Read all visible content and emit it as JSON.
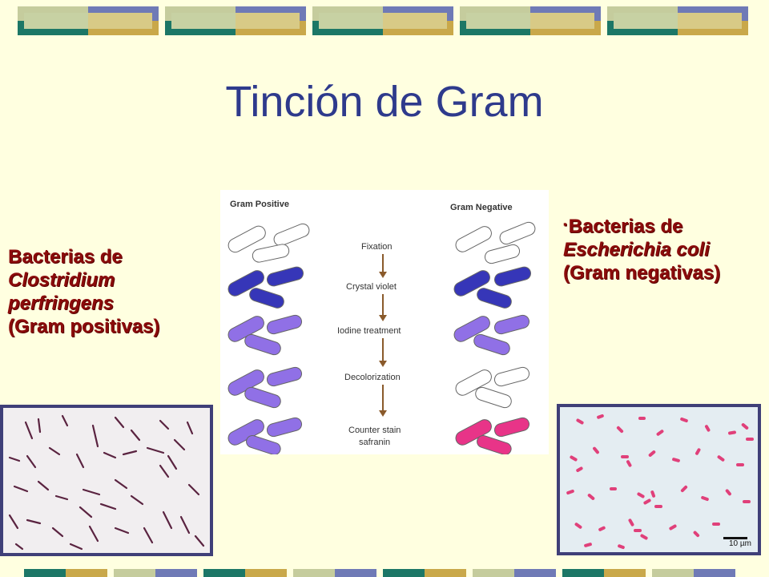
{
  "slide": {
    "title": "Tinción de Gram",
    "left_label": {
      "line1": "Bacterias de",
      "line2": "Clostridium",
      "line3": "perfringens",
      "line4": "(Gram positivas)"
    },
    "right_label": {
      "bullet": "▪",
      "line1": "Bacterias de",
      "line2": "Escherichia coli",
      "line3": "(Gram negativas)"
    }
  },
  "diagram": {
    "gram_positive": "Gram Positive",
    "gram_negative": "Gram Negative",
    "steps": [
      "Fixation",
      "Crystal violet",
      "Iodine treatment",
      "Decolorization",
      "Counter stain",
      "safranin"
    ],
    "colors": {
      "unstained": "#ffffff",
      "crystal_violet": "#3636b8",
      "iodine": "#9070e6",
      "safranin": "#e83488",
      "arrow": "#8a5a2b"
    }
  },
  "micrograph_right": {
    "scale_label": "10 µm"
  },
  "theme": {
    "background": "#ffffe0",
    "title_color": "#2e3a8c",
    "label_color": "#8b0b0b",
    "frame_color": "#3f3f78"
  }
}
